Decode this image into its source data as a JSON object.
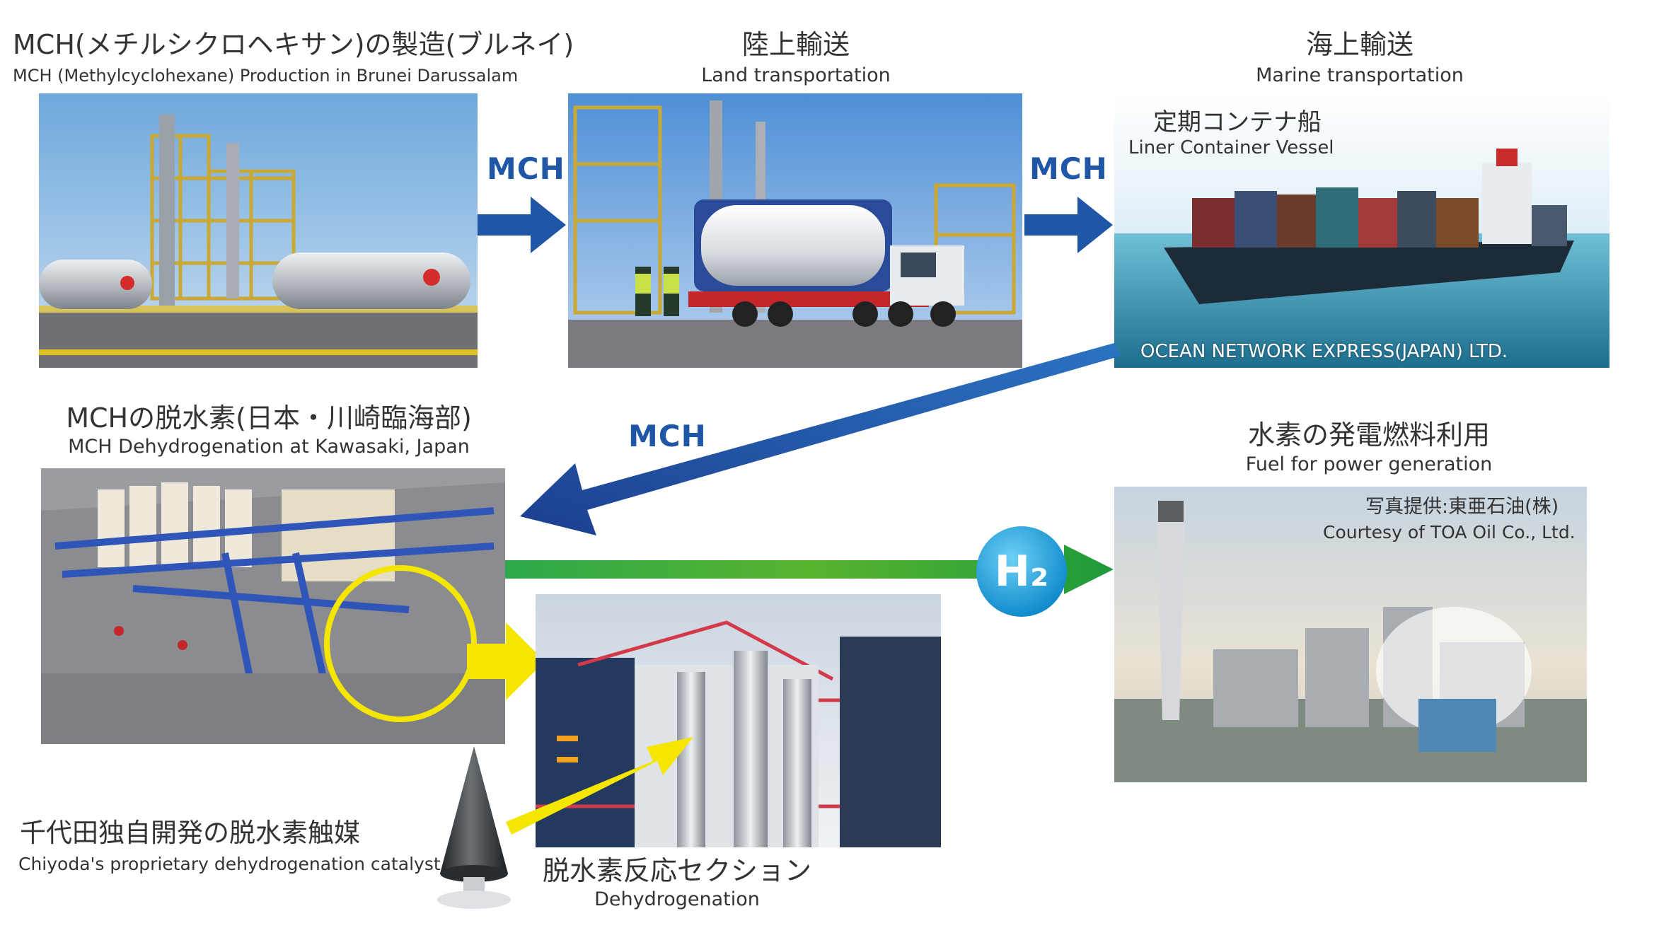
{
  "production": {
    "title_jp": "MCH(メチルシクロヘキサン)の製造(ブルネイ)",
    "title_en": "MCH (Methylcyclohexane) Production in Brunei Darussalam"
  },
  "land": {
    "title_jp": "陸上輸送",
    "title_en": "Land transportation"
  },
  "marine": {
    "title_jp": "海上輸送",
    "title_en": "Marine transportation",
    "vessel_jp": "定期コンテナ船",
    "vessel_en": "Liner Container Vessel",
    "credit": "OCEAN NETWORK EXPRESS(JAPAN) LTD."
  },
  "dehydrogenation": {
    "title_jp": "MCHの脱水素(日本・川崎臨海部)",
    "title_en": "MCH Dehydrogenation at Kawasaki, Japan"
  },
  "power": {
    "title_jp": "水素の発電燃料利用",
    "title_en": "Fuel for power generation",
    "credit_jp": "写真提供:東亜石油(株)",
    "credit_en": "Courtesy of TOA Oil Co., Ltd."
  },
  "catalyst": {
    "title_jp": "千代田独自開発の脱水素触媒",
    "title_en": "Chiyoda's proprietary dehydrogenation catalyst"
  },
  "section": {
    "title_jp": "脱水素反応セクション",
    "title_en": "Dehydrogenation"
  },
  "arrows": {
    "mch_1": "MCH",
    "mch_2": "MCH",
    "mch_3": "MCH",
    "h2": "H₂"
  },
  "colors": {
    "blue_arrow": "#1f57a6",
    "green_arrow": "#3aa844",
    "yellow_arrow": "#f5e600",
    "h2_badge": "#1fa2e0"
  }
}
